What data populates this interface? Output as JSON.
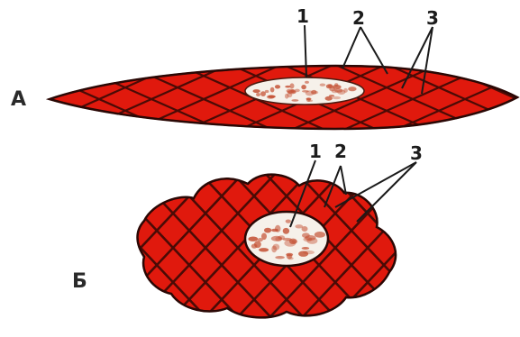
{
  "panels": {
    "a": {
      "label": "А",
      "callouts": [
        "1",
        "2",
        "3"
      ]
    },
    "b": {
      "label": "Б",
      "callouts": [
        "1",
        "2",
        "3"
      ]
    }
  },
  "colors": {
    "cell_fill": "#e0190d",
    "cell_dark": "#b80f08",
    "fibril": "#3a0a06",
    "outline": "#2a0805",
    "nucleus_bg": "#f6f1ea",
    "chromatin": "#c24a2c",
    "leader": "#1a1a1a"
  }
}
